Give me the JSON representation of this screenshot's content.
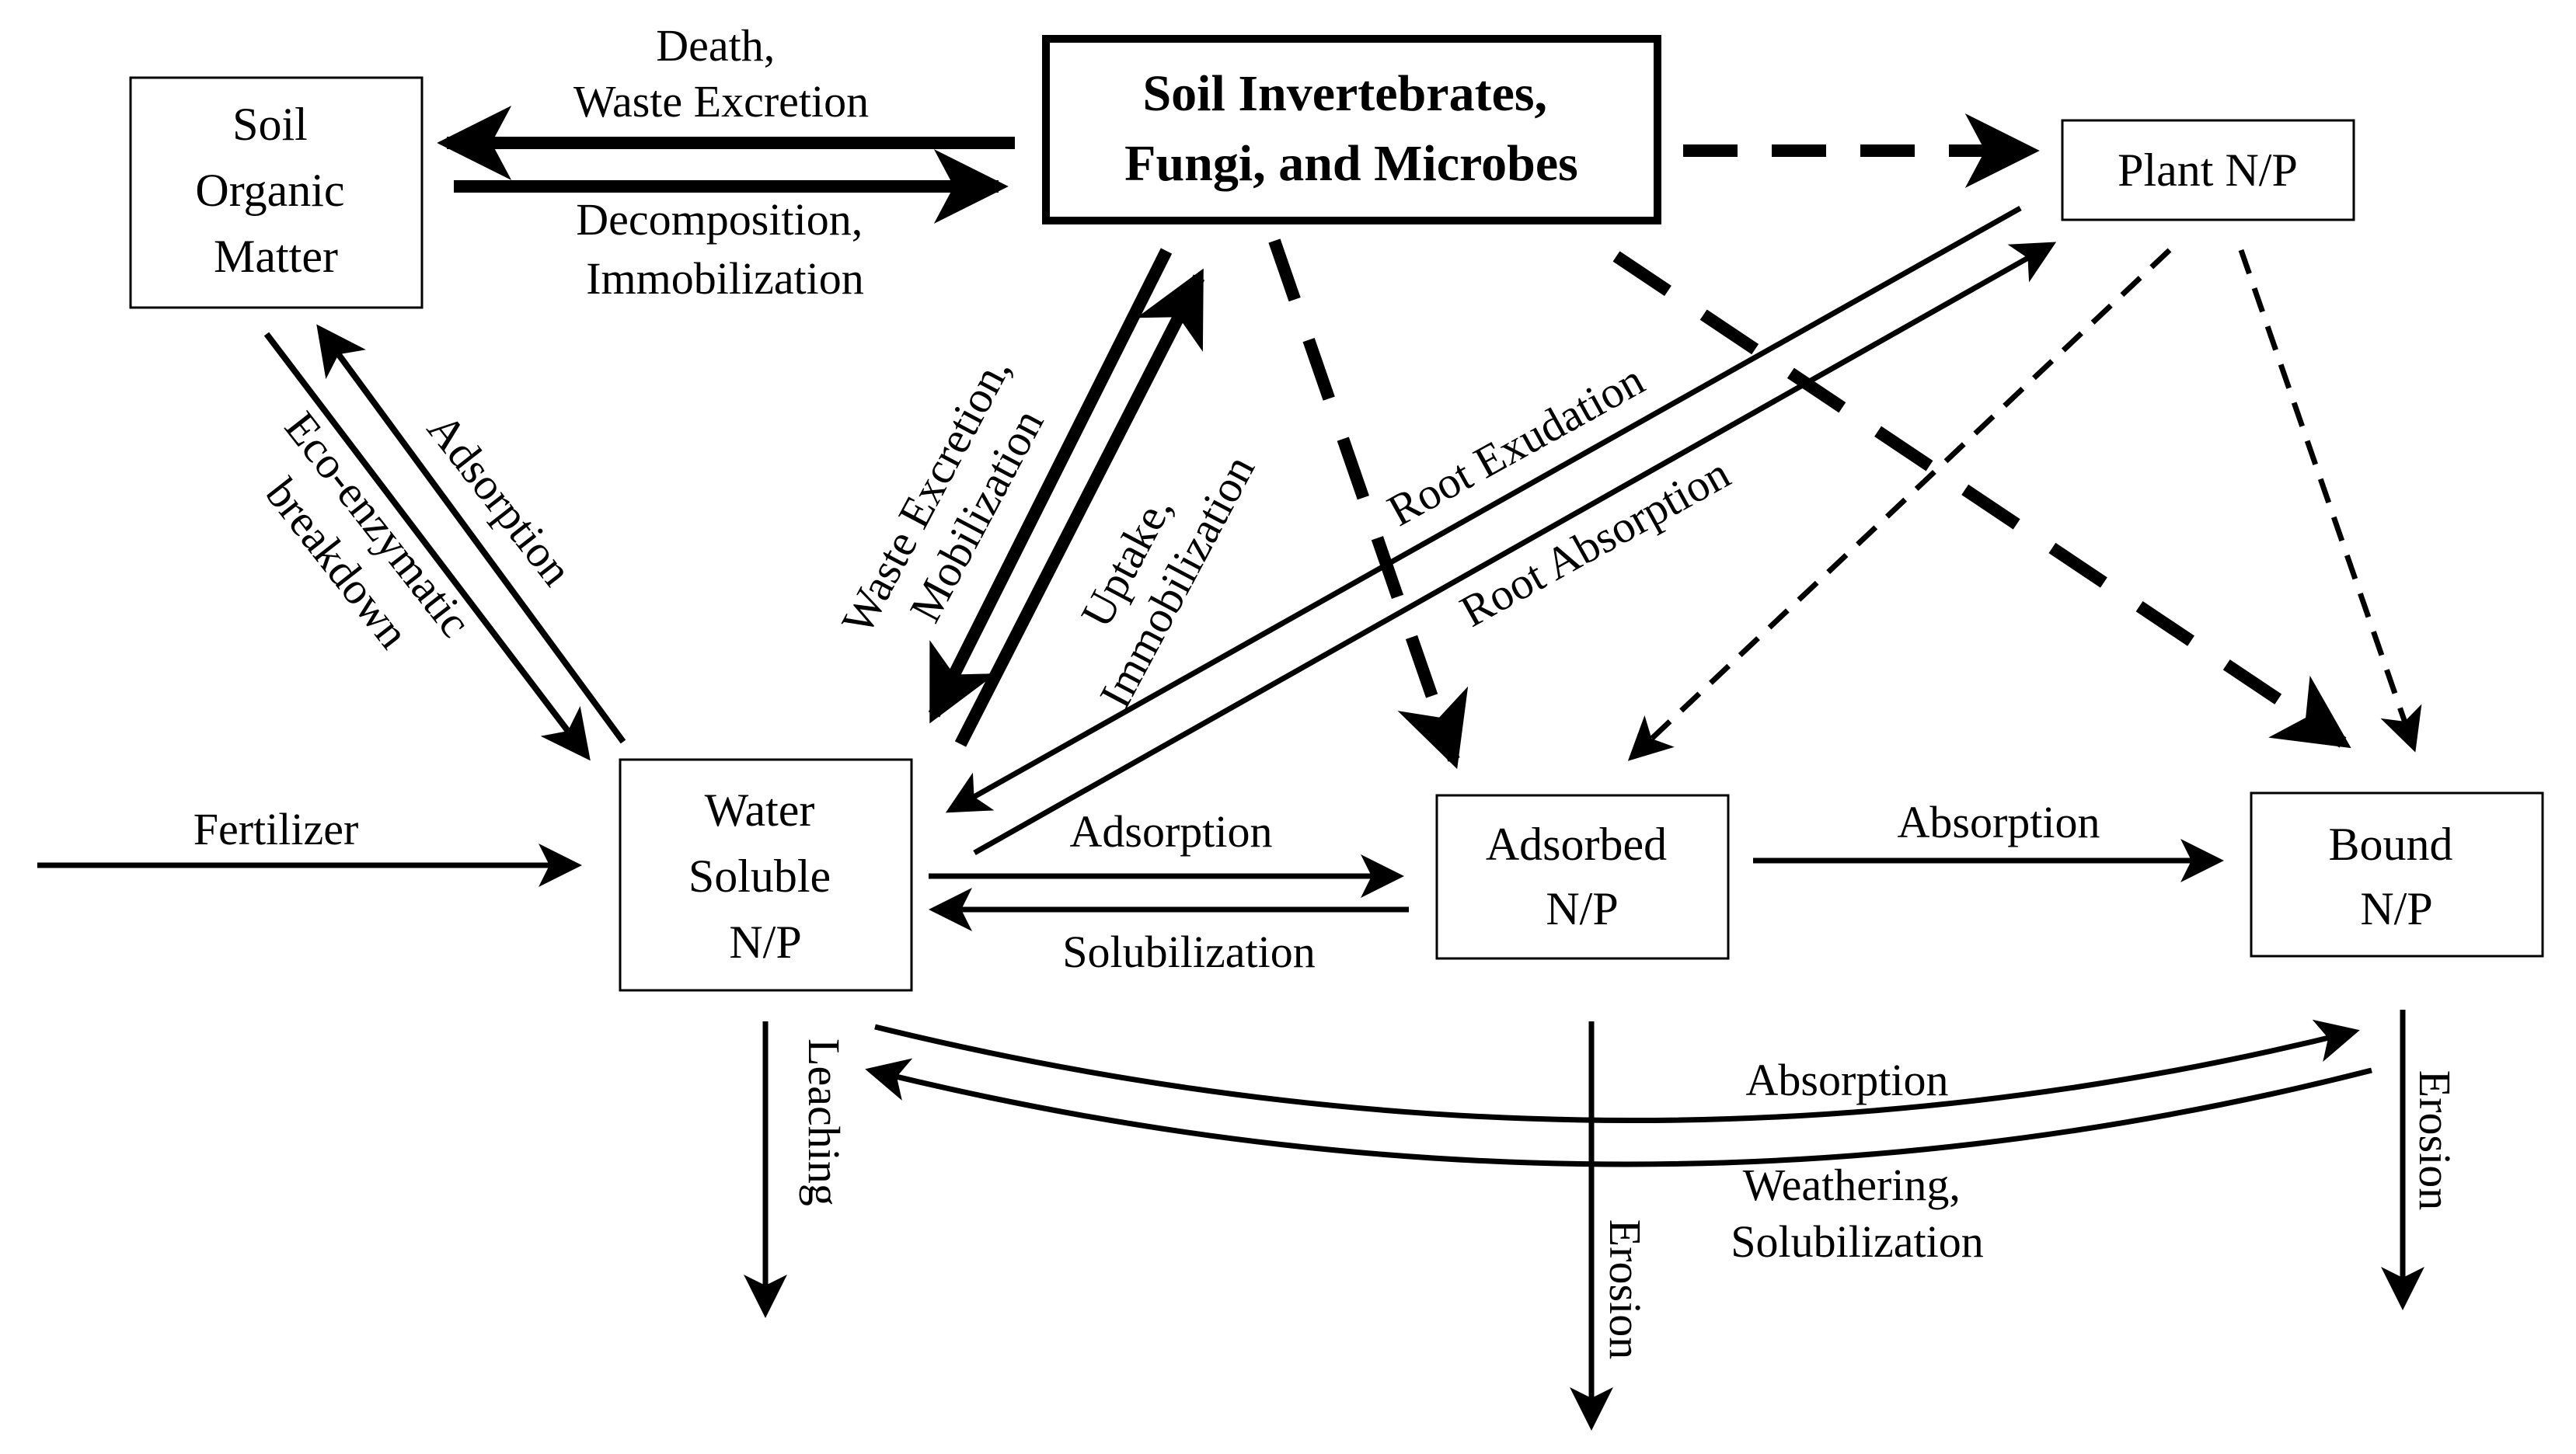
{
  "nodes": {
    "soil_organic_matter": [
      "Soil",
      "Organic",
      "Matter"
    ],
    "invertebrates": [
      "Soil Invertebrates,",
      "Fungi, and Microbes"
    ],
    "plant": [
      "Plant N/P"
    ],
    "water_soluble": [
      "Water",
      "Soluble",
      "N/P"
    ],
    "adsorbed": [
      "Adsorbed",
      "N/P"
    ],
    "bound": [
      "Bound",
      "N/P"
    ]
  },
  "labels": {
    "death_waste": [
      "Death,",
      "Waste Excretion"
    ],
    "decomposition": [
      "Decomposition,",
      "Immobilization"
    ],
    "eco_enzymatic": [
      "Eco-enzymatic",
      "breakdown"
    ],
    "adsorption_som": "Adsorption",
    "waste_mobilization": [
      "Waste Excretion,",
      "Mobilization"
    ],
    "uptake_immobilization": [
      "Uptake,",
      "Immobilization"
    ],
    "root_exudation": "Root Exudation",
    "root_absorption": "Root Absorption",
    "fertilizer": "Fertilizer",
    "adsorption_ws": "Adsorption",
    "solubilization": "Solubilization",
    "absorption_ab": "Absorption",
    "leaching": "Leaching",
    "absorption_arc": "Absorption",
    "weathering": [
      "Weathering,",
      "Solubilization"
    ],
    "erosion_adsorbed": "Erosion",
    "erosion_bound": "Erosion"
  }
}
